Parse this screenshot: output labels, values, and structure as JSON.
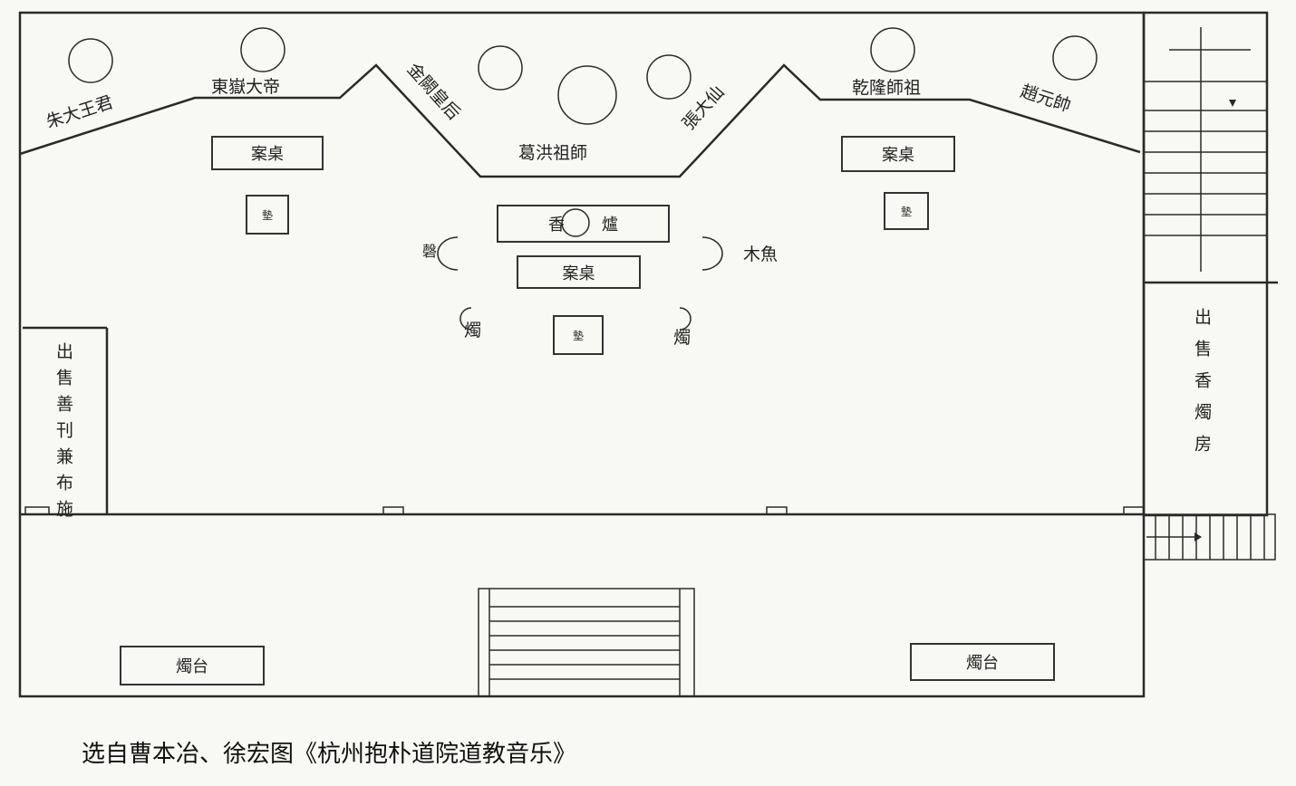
{
  "deities": {
    "zhu_dawang": "朱大王君",
    "dongyue_dadi": "東嶽大帝",
    "jinque_huanghou": "金闕皇后",
    "ge_hong": "葛洪祖師",
    "daxian": "張大仙",
    "qian_lao": "乾隆師祖",
    "zhao_yuanshuai": "趙元帥"
  },
  "furniture": {
    "altar_table": "案桌",
    "cushion": "墊",
    "incense_burner_left": "香",
    "incense_burner_right": "爐",
    "qing": "磬",
    "wooden_fish": "木魚",
    "candle": "燭",
    "candle_stand": "燭台"
  },
  "rooms": {
    "left_shop": "出售善刊兼布施",
    "right_shop": "出售香燭房"
  },
  "caption": "选自曹本冶、徐宏图《杭州抱朴道院道教音乐》"
}
